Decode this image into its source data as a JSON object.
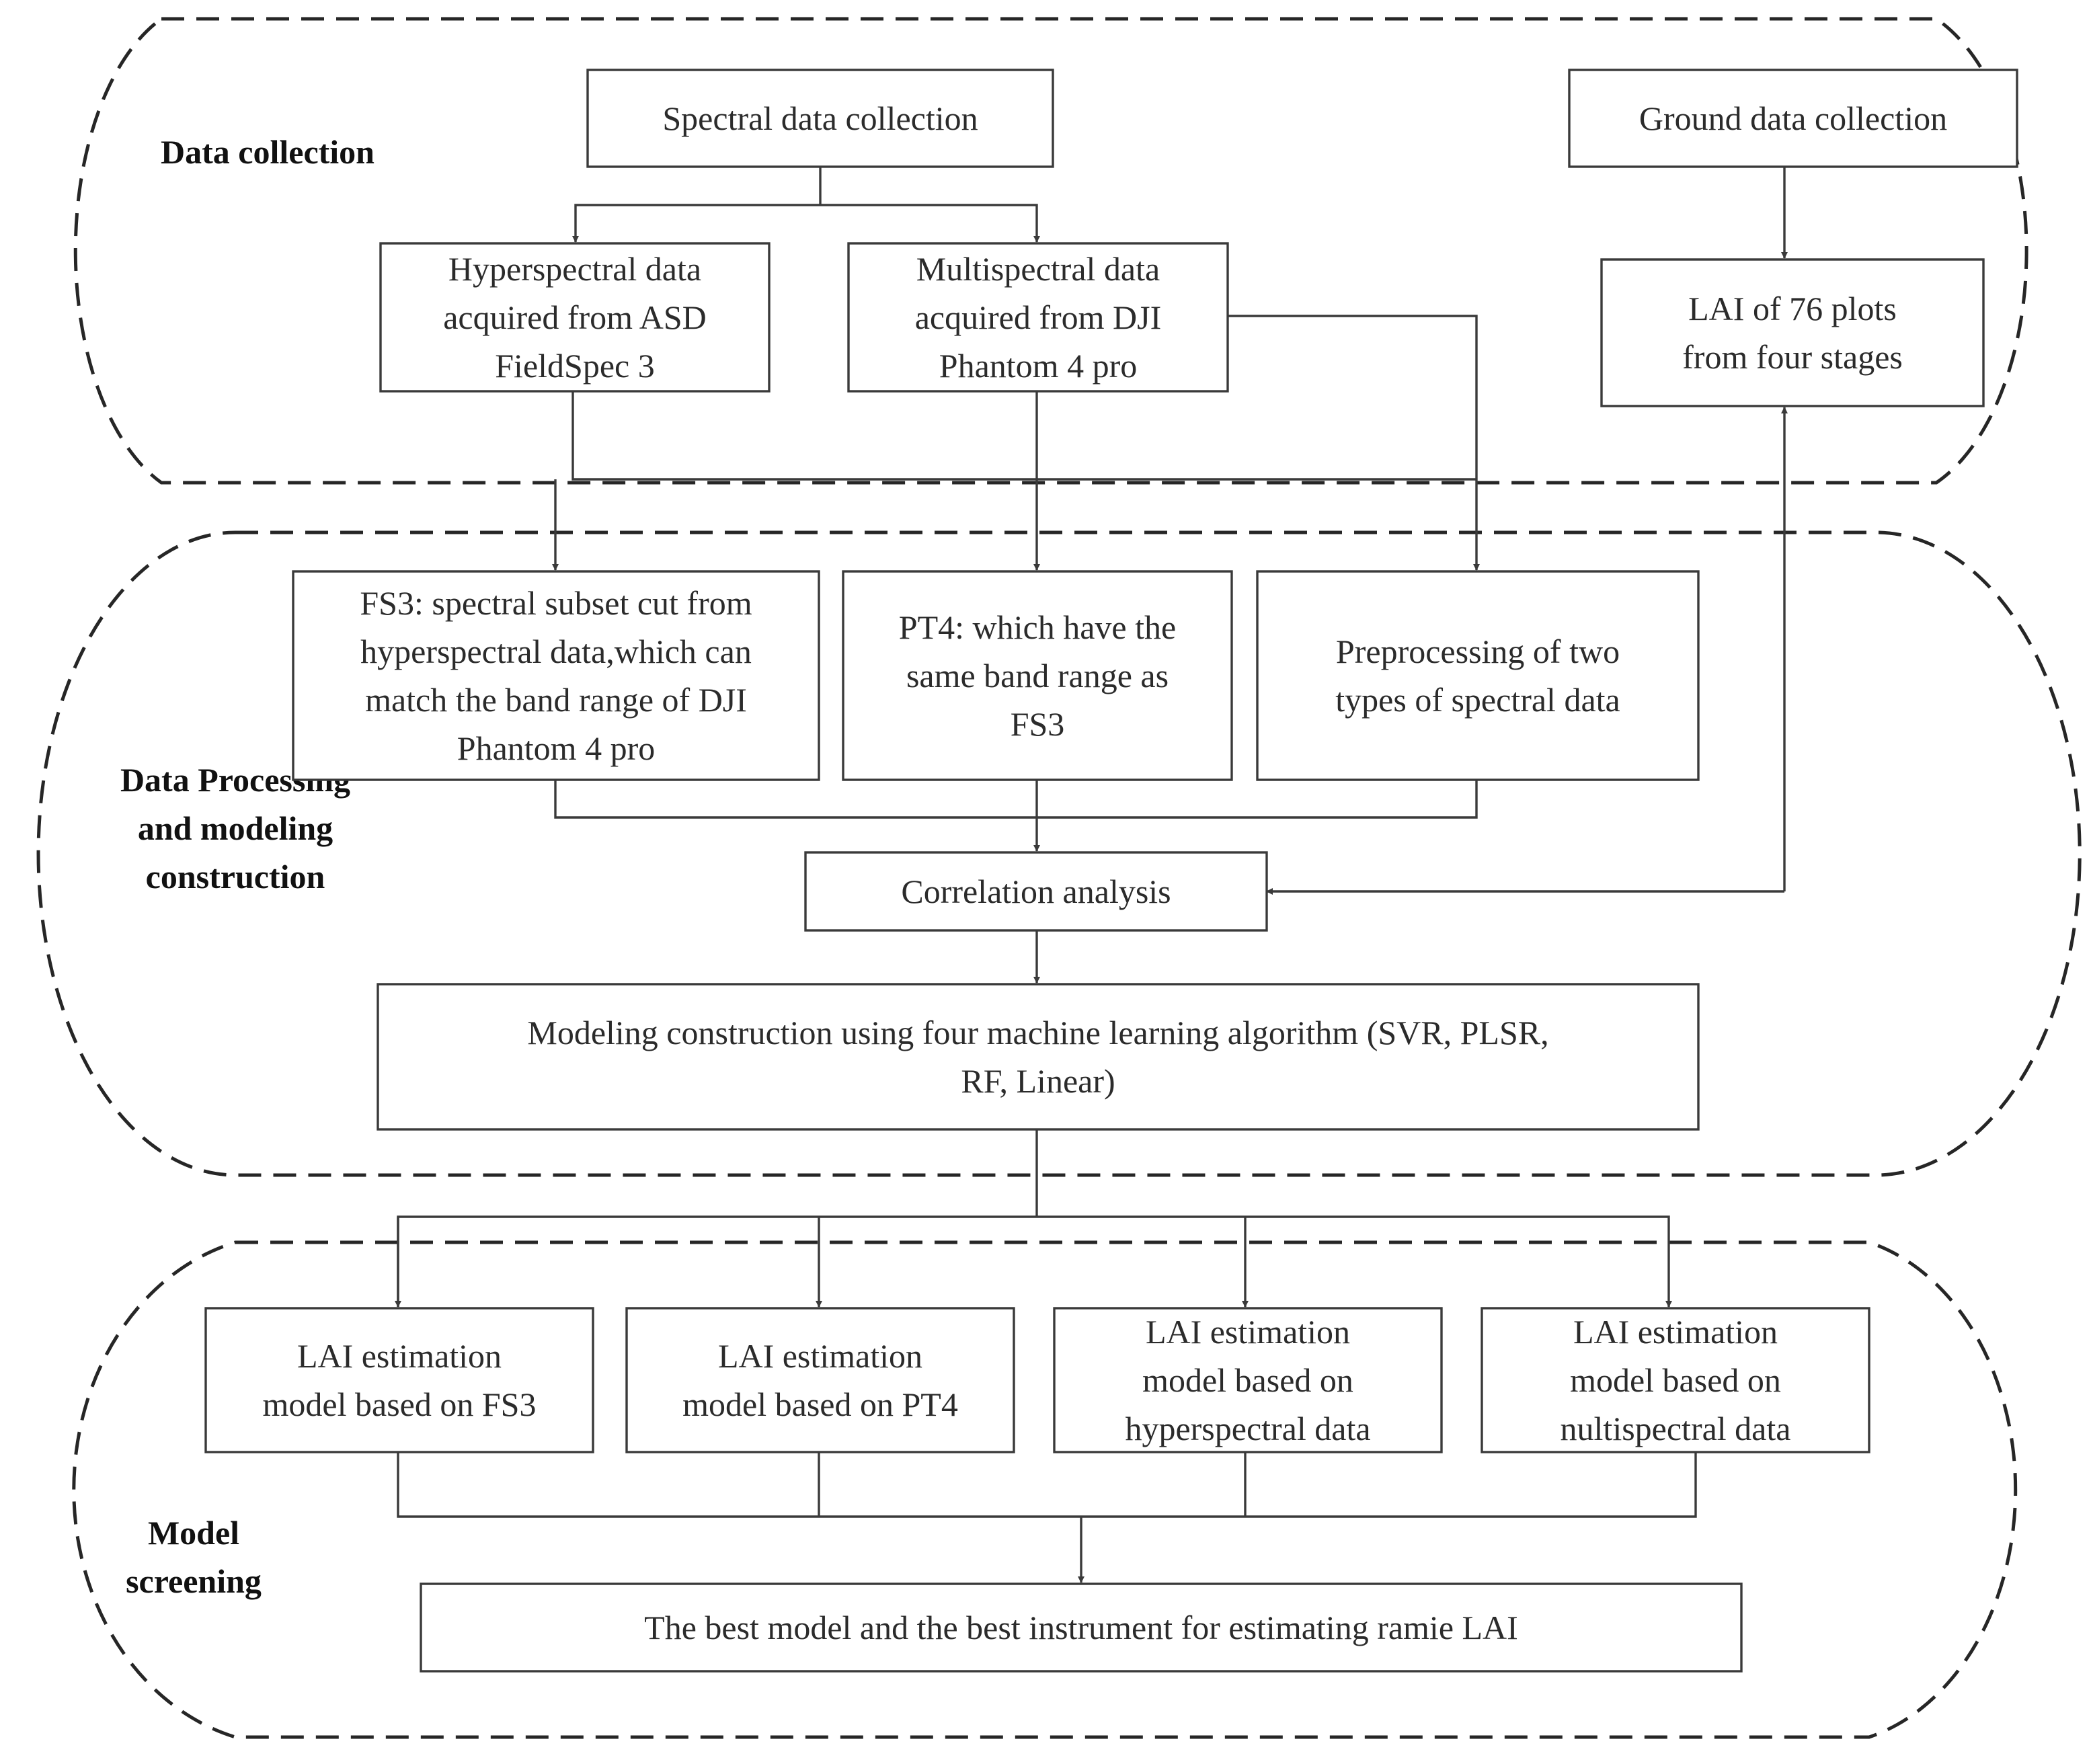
{
  "regions": {
    "data_collection": {
      "label": [
        "Data collection"
      ]
    },
    "processing": {
      "label": [
        "Data Processing",
        "and modeling",
        "construction"
      ]
    },
    "screening": {
      "label": [
        "Model",
        "screening"
      ]
    }
  },
  "nodes": {
    "spectral_collection": {
      "lines": [
        "Spectral data collection"
      ]
    },
    "ground_collection": {
      "lines": [
        "Ground data collection"
      ]
    },
    "hyperspectral": {
      "lines": [
        "Hyperspectral data",
        "acquired from ASD",
        "FieldSpec 3"
      ]
    },
    "multispectral": {
      "lines": [
        "Multispectral data",
        "acquired from DJI",
        "Phantom 4 pro"
      ]
    },
    "lai_plots": {
      "lines": [
        "LAI of 76 plots",
        "from four stages"
      ]
    },
    "fs3": {
      "lines": [
        "FS3: spectral subset cut from",
        "hyperspectral data,which can",
        "match the band range of  DJI",
        "Phantom 4 pro"
      ]
    },
    "pt4": {
      "lines": [
        "PT4: which have the",
        "same band range as",
        "FS3"
      ]
    },
    "preprocessing": {
      "lines": [
        "Preprocessing of two",
        "types of spectral data"
      ]
    },
    "correlation": {
      "lines": [
        "Correlation analysis"
      ]
    },
    "modeling": {
      "lines": [
        "Modeling construction using four machine learning algorithm (SVR, PLSR,",
        "RF, Linear)"
      ]
    },
    "model_fs3": {
      "lines": [
        "LAI estimation",
        "model based on FS3"
      ]
    },
    "model_pt4": {
      "lines": [
        "LAI estimation",
        "model based on PT4"
      ]
    },
    "model_hyper": {
      "lines": [
        "LAI estimation",
        "model based on",
        "hyperspectral data"
      ]
    },
    "model_multi": {
      "lines": [
        "LAI estimation",
        "model based on",
        "nultispectral data"
      ]
    },
    "best": {
      "lines": [
        "The best model and the best  instrument for estimating ramie LAI"
      ]
    }
  }
}
